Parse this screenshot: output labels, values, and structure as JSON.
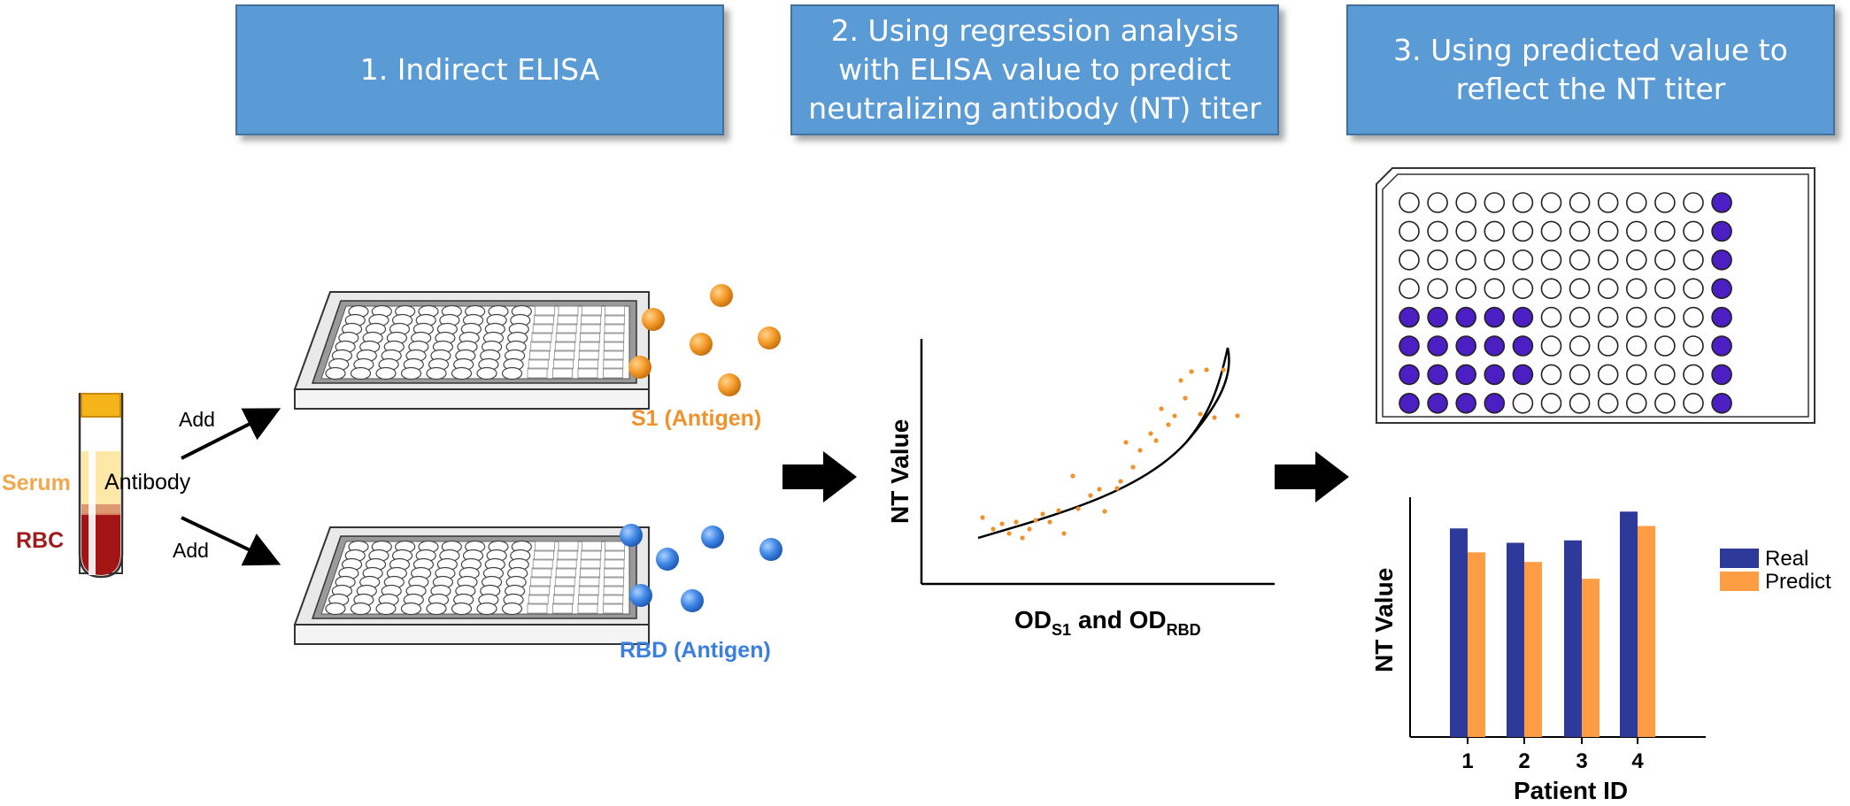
{
  "steps": {
    "step1": "1. Indirect ELISA",
    "step2_line1": "2. Using regression analysis",
    "step2_line2": "with ELISA value to predict",
    "step2_line3": "neutralizing antibody (NT) titer",
    "step3_line1": "3. Using predicted value to",
    "step3_line2": "reflect the NT titer"
  },
  "tube": {
    "serum_label": "Serum",
    "rbc_label": "RBC",
    "antibody_label": "Antibody"
  },
  "arrows": {
    "add_upper": "Add",
    "add_lower": "Add"
  },
  "antigens": {
    "s1_label": "S1 (Antigen)",
    "rbd_label": "RBD (Antigen)"
  },
  "regression_plot": {
    "ylabel": "NT Value",
    "xlabel_od1": "OD",
    "xlabel_sub1": "S1",
    "xlabel_and": "and OD",
    "xlabel_sub2": "RBD"
  },
  "plate": {
    "rows": 8,
    "cols": 12,
    "filled_counts_per_row": [
      0,
      0,
      0,
      0,
      5,
      5,
      5,
      4
    ],
    "last_column_filled": true,
    "fill_color": "#4b1fc4"
  },
  "chart_data": {
    "type": "bar",
    "categories": [
      "1",
      "2",
      "3",
      "4"
    ],
    "series": [
      {
        "name": "Real",
        "values": [
          87,
          81,
          82,
          94
        ],
        "color": "#2e3a9a"
      },
      {
        "name": "Predict",
        "values": [
          77,
          73,
          66,
          88
        ],
        "color": "#ff9d45"
      }
    ],
    "xlabel": "Patient ID",
    "ylabel": "NT Value",
    "ylim": [
      0,
      100
    ],
    "grid": false,
    "legend": "right"
  },
  "colors": {
    "box_fill": "#5b9bd5",
    "orange": "#f0922b",
    "blue": "#3a7fe0",
    "serum": "#f0a94e",
    "rbc": "#a01c1c"
  }
}
